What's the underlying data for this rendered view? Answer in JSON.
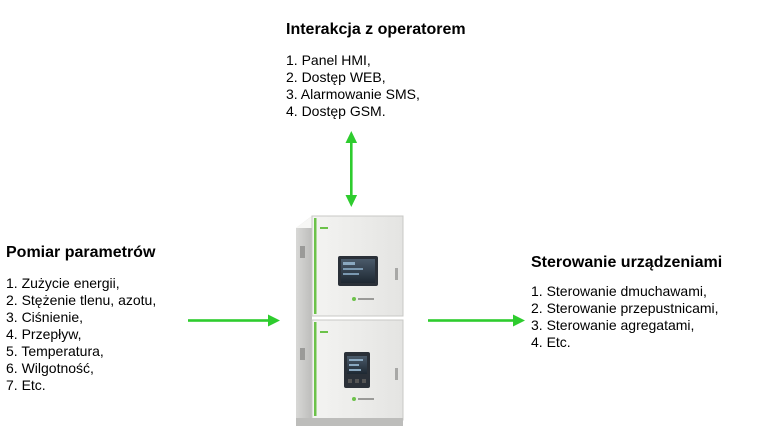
{
  "operator": {
    "title": "Interakcja z operatorem",
    "items": [
      "1. Panel HMI,",
      "2. Dostęp WEB,",
      "3. Alarmowanie SMS,",
      "4. Dostęp GSM."
    ]
  },
  "params": {
    "title": "Pomiar parametrów",
    "items": [
      "1. Zużycie energii,",
      "2. Stężenie tlenu, azotu,",
      "3. Ciśnienie,",
      "4. Przepływ,",
      "5. Temperatura,",
      "6. Wilgotność,",
      "7. Etc."
    ]
  },
  "devices": {
    "title": "Sterowanie urządzeniami",
    "items": [
      "1. Sterowanie dmuchawami,",
      "2. Sterowanie przepustnicami,",
      "3. Sterowanie agregatami,",
      "4. Etc."
    ]
  },
  "colors": {
    "arrow": "#2ecc2e",
    "cabinet": "#ececea",
    "accent": "#6cc24a"
  },
  "cabinet_icons": [
    "control-cabinet-icon",
    "hmi-screen-icon",
    "meter-display-icon"
  ]
}
